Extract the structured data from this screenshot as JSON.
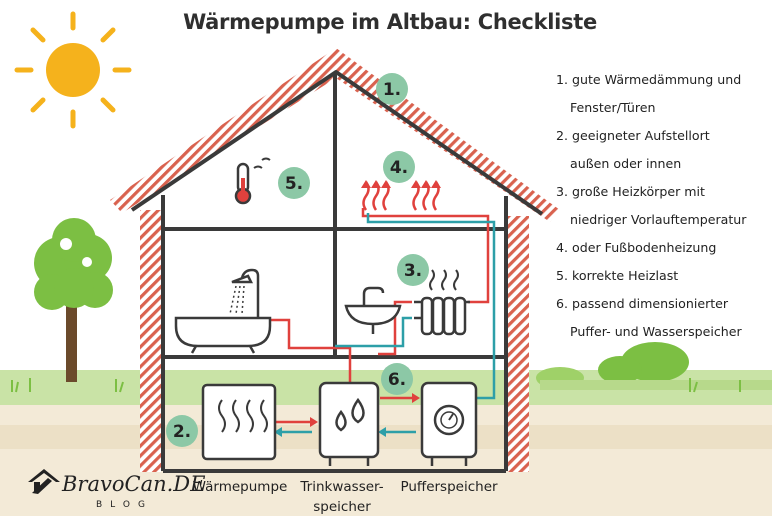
{
  "title": "Wärmepumpe im Altbau: Checkliste",
  "checklist": [
    {
      "line1": "1. gute Wärmedämmung und",
      "line2": "Fenster/Türen"
    },
    {
      "line1": "2. geeigneter Aufstellort",
      "line2": "außen oder innen"
    },
    {
      "line1": "3. große Heizkörper mit",
      "line2": "niedriger Vorlauftemperatur"
    },
    {
      "line1": "4. oder Fußbodenheizung",
      "line2": ""
    },
    {
      "line1": "5. korrekte Heizlast",
      "line2": ""
    },
    {
      "line1": "6. passend dimensionierter",
      "line2": "Puffer- und Wasserspeicher"
    }
  ],
  "badges": [
    "1.",
    "2.",
    "3.",
    "4.",
    "5.",
    "6."
  ],
  "labels": {
    "heatpump": "Wärmepumpe",
    "drinking_line1": "Trinkwasser-",
    "drinking_line2": "speicher",
    "buffer": "Pufferspeicher"
  },
  "logo": {
    "brand": "BravoCan.DE",
    "sub": "BLOG"
  },
  "colors": {
    "accent_green": "#8cc8a6",
    "pipe_red": "#e0413d",
    "pipe_teal": "#2d9fa8",
    "sun": "#f5b21c",
    "hatch": "#d9624f",
    "grass": "#b7d98b",
    "tree": "#7cbf43"
  }
}
